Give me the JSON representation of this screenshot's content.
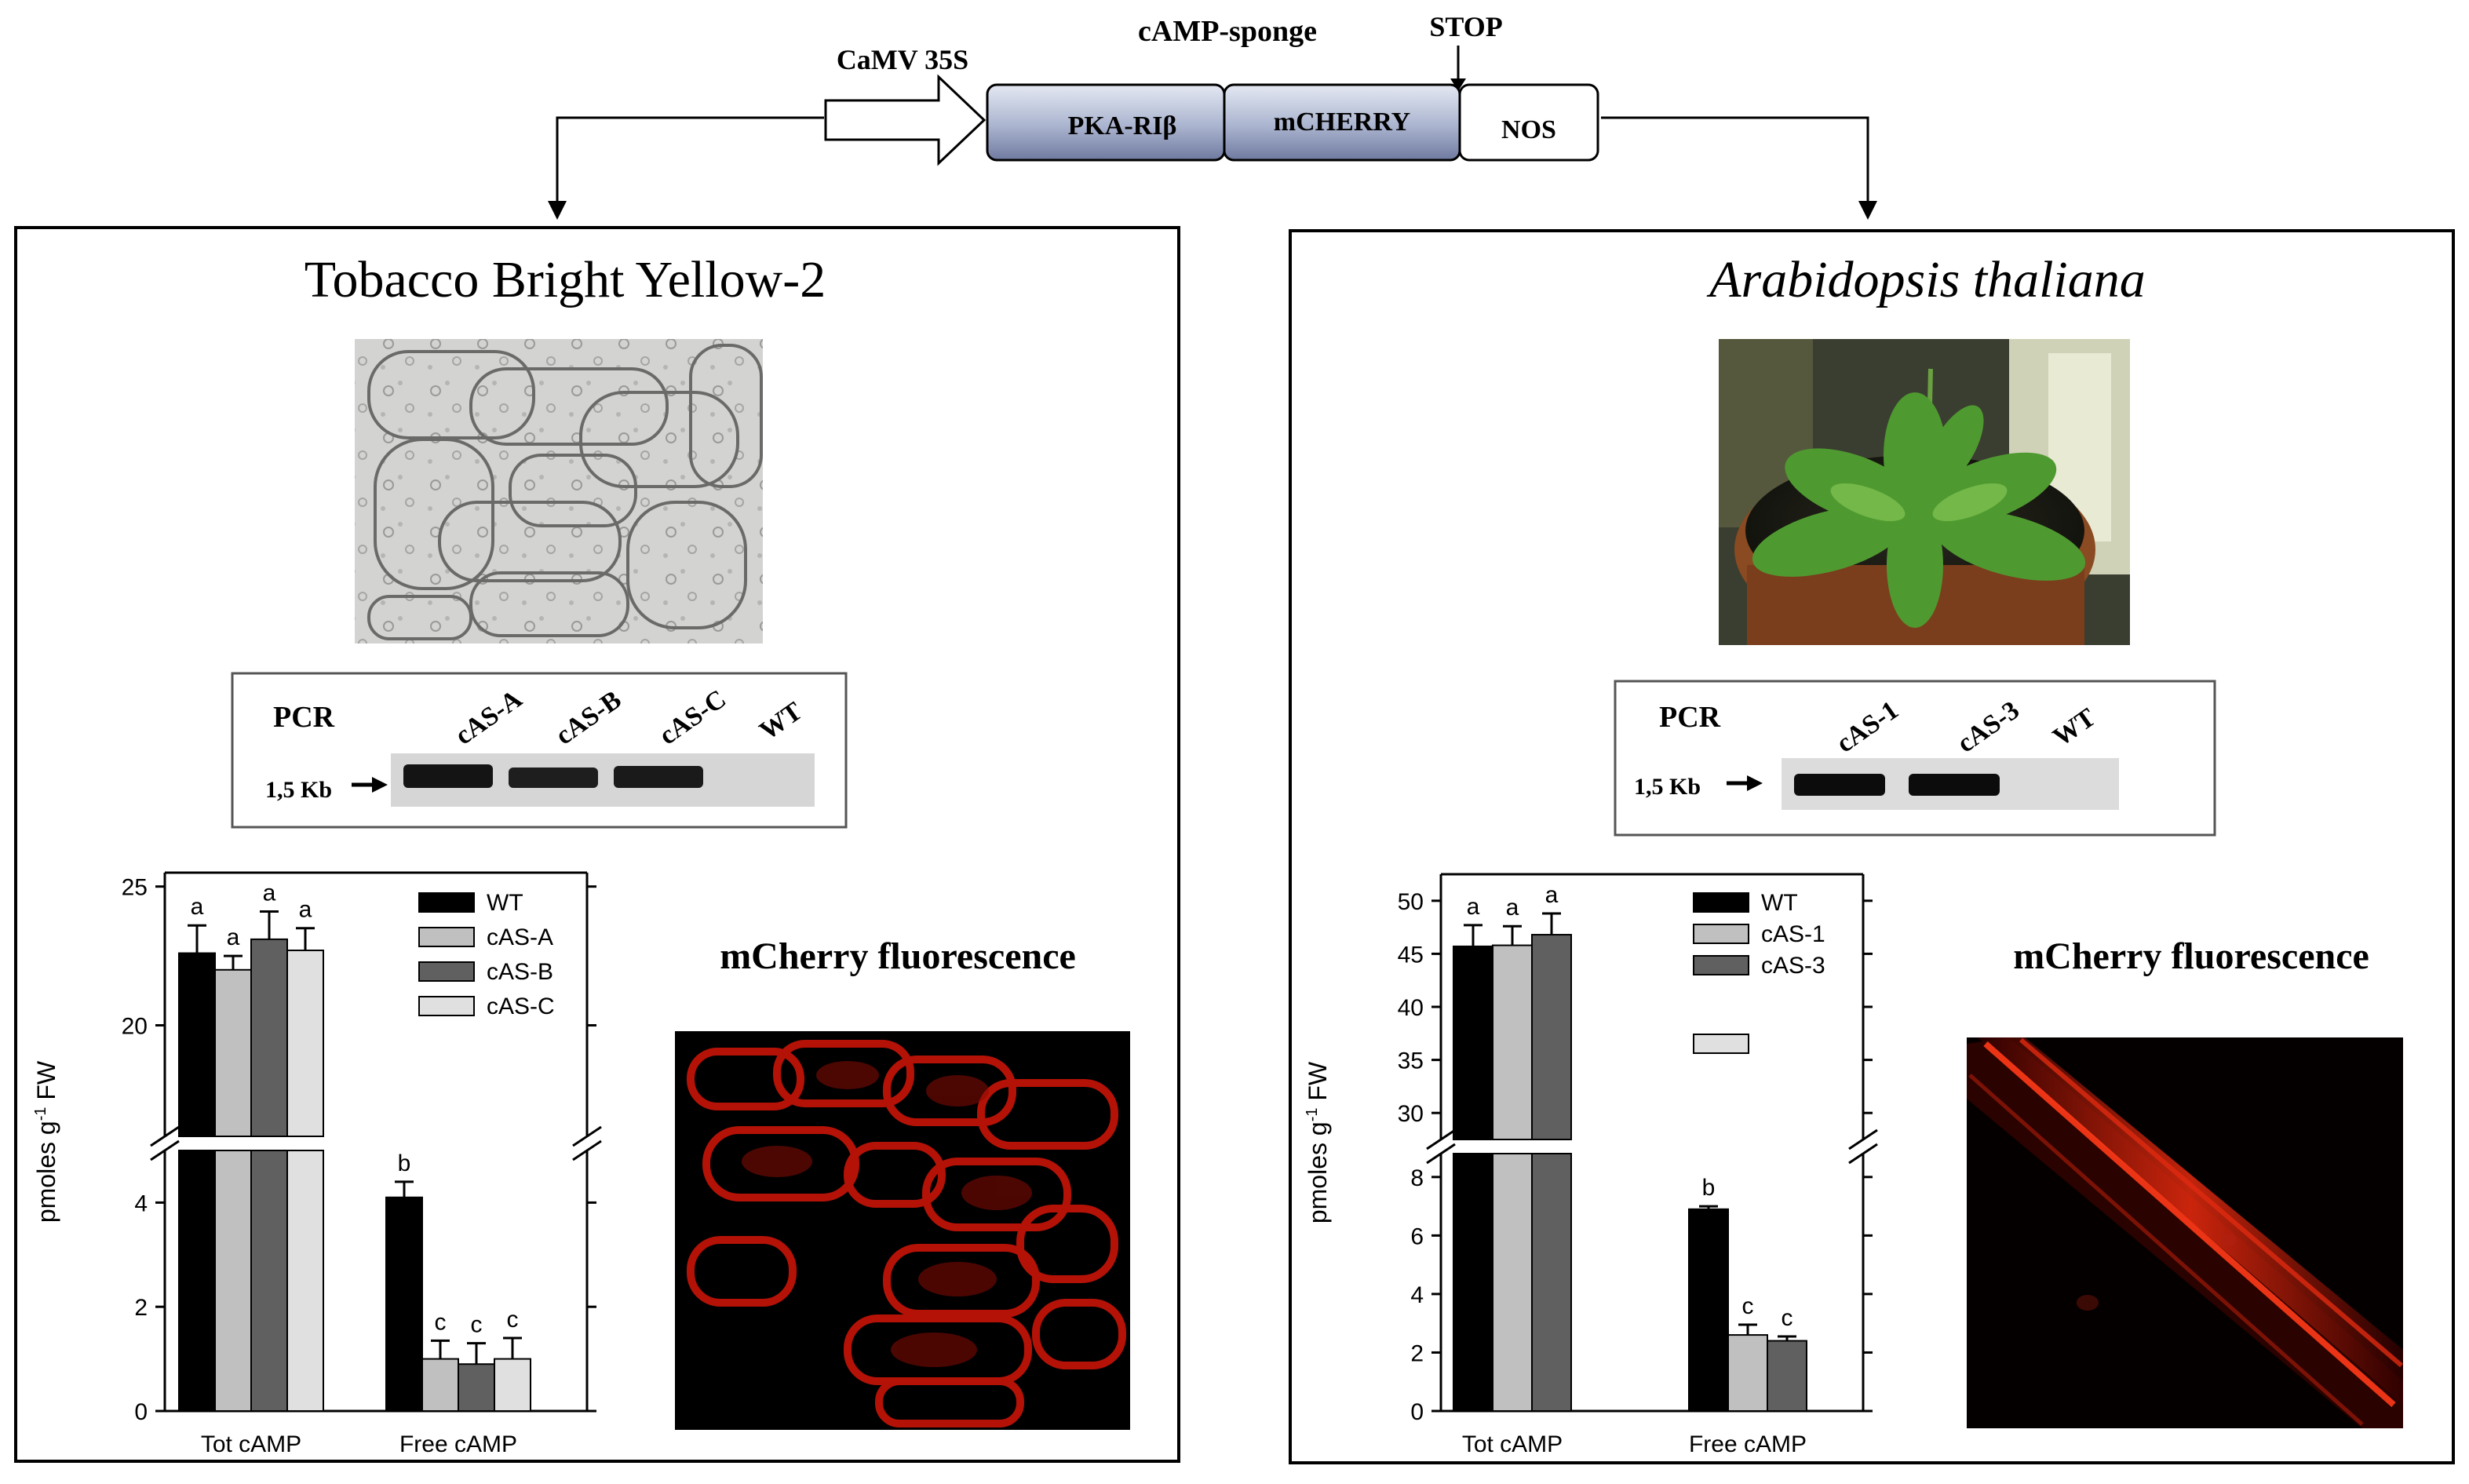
{
  "construct": {
    "promoter_label": "CaMV 35S",
    "title": "cAMP-sponge",
    "stop_label": "STOP",
    "segments": [
      "PKA-RIβ",
      "mCHERRY",
      "NOS"
    ]
  },
  "panels": [
    {
      "title": "Tobacco Bright Yellow-2",
      "title_italic": false,
      "pcr": {
        "label": "PCR",
        "size_label": "1,5 Kb",
        "lanes": [
          "cAS-A",
          "cAS-B",
          "cAS-C",
          "WT"
        ]
      },
      "fluorescence_label": "mCherry fluorescence"
    },
    {
      "title": "Arabidopsis thaliana",
      "title_italic": true,
      "pcr": {
        "label": "PCR",
        "size_label": "1,5 Kb",
        "lanes": [
          "cAS-1",
          "cAS-3",
          "WT"
        ]
      },
      "fluorescence_label": "mCherry fluorescence"
    }
  ],
  "chart_data": [
    {
      "type": "bar",
      "ylabel": "pmoles g-1 FW",
      "categories": [
        "Tot cAMP",
        "Free cAMP"
      ],
      "series": [
        {
          "name": "WT",
          "values": [
            22.6,
            4.1
          ],
          "errors": [
            1.0,
            0.3
          ],
          "letters": [
            "a",
            "b"
          ],
          "color": "#000000"
        },
        {
          "name": "cAS-A",
          "values": [
            22.0,
            1.0
          ],
          "errors": [
            0.5,
            0.35
          ],
          "letters": [
            "a",
            "c"
          ],
          "color": "#c0c0c0"
        },
        {
          "name": "cAS-B",
          "values": [
            23.1,
            0.9
          ],
          "errors": [
            1.0,
            0.4
          ],
          "letters": [
            "a",
            "c"
          ],
          "color": "#606060"
        },
        {
          "name": "cAS-C",
          "values": [
            22.7,
            1.0
          ],
          "errors": [
            0.8,
            0.4
          ],
          "letters": [
            "a",
            "c"
          ],
          "color": "#e0e0e0"
        }
      ],
      "axis_break": true,
      "lower_range": [
        0,
        5
      ],
      "lower_ticks": [
        0,
        2,
        4
      ],
      "upper_range": [
        16,
        25.5
      ],
      "upper_ticks": [
        20,
        25
      ]
    },
    {
      "type": "bar",
      "ylabel": "pmoles g-1 FW",
      "categories": [
        "Tot cAMP",
        "Free cAMP"
      ],
      "series": [
        {
          "name": "WT",
          "values": [
            45.7,
            6.9
          ],
          "errors": [
            2.0,
            0.1
          ],
          "letters": [
            "a",
            "b"
          ],
          "color": "#000000"
        },
        {
          "name": "cAS-1",
          "values": [
            45.8,
            2.6
          ],
          "errors": [
            1.8,
            0.35
          ],
          "letters": [
            "a",
            "c"
          ],
          "color": "#c0c0c0"
        },
        {
          "name": "cAS-3",
          "values": [
            46.8,
            2.4
          ],
          "errors": [
            2.0,
            0.15
          ],
          "letters": [
            "a",
            "c"
          ],
          "color": "#606060"
        },
        {
          "name": "",
          "values": [],
          "errors": [],
          "letters": [],
          "color": "#e0e0e0"
        }
      ],
      "axis_break": true,
      "lower_range": [
        0,
        8.8
      ],
      "lower_ticks": [
        0,
        2,
        4,
        6,
        8
      ],
      "upper_range": [
        27.5,
        52.5
      ],
      "upper_ticks": [
        30,
        35,
        40,
        45,
        50
      ]
    }
  ]
}
